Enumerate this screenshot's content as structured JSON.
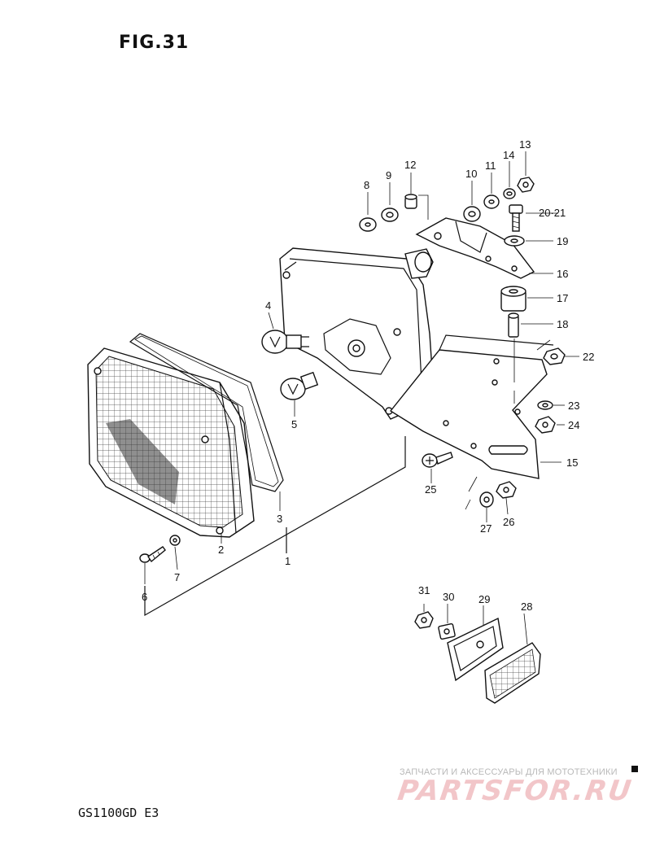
{
  "figure": {
    "title": "FIG.31"
  },
  "footer": {
    "model": "GS1100GD E3"
  },
  "watermark": {
    "caption": "ЗАПЧАСТИ И АКСЕССУАРЫ ДЛЯ МОТОТЕХНИКИ",
    "logo": "PARTSFOR.RU"
  },
  "callouts": [
    {
      "id": "c1",
      "label": "1"
    },
    {
      "id": "c2",
      "label": "2"
    },
    {
      "id": "c3",
      "label": "3"
    },
    {
      "id": "c4",
      "label": "4"
    },
    {
      "id": "c5",
      "label": "5"
    },
    {
      "id": "c6",
      "label": "6"
    },
    {
      "id": "c7",
      "label": "7"
    },
    {
      "id": "c8",
      "label": "8"
    },
    {
      "id": "c9",
      "label": "9"
    },
    {
      "id": "c10",
      "label": "10"
    },
    {
      "id": "c11",
      "label": "11"
    },
    {
      "id": "c12",
      "label": "12"
    },
    {
      "id": "c13",
      "label": "13"
    },
    {
      "id": "c14",
      "label": "14"
    },
    {
      "id": "c15",
      "label": "15"
    },
    {
      "id": "c16",
      "label": "16"
    },
    {
      "id": "c17",
      "label": "17"
    },
    {
      "id": "c18",
      "label": "18"
    },
    {
      "id": "c19",
      "label": "19"
    },
    {
      "id": "c20",
      "label": "20·21"
    },
    {
      "id": "c22",
      "label": "22"
    },
    {
      "id": "c23",
      "label": "23"
    },
    {
      "id": "c24",
      "label": "24"
    },
    {
      "id": "c25",
      "label": "25"
    },
    {
      "id": "c26",
      "label": "26"
    },
    {
      "id": "c27",
      "label": "27"
    },
    {
      "id": "c28",
      "label": "28"
    },
    {
      "id": "c29",
      "label": "29"
    },
    {
      "id": "c30",
      "label": "30"
    },
    {
      "id": "c31",
      "label": "31"
    }
  ]
}
